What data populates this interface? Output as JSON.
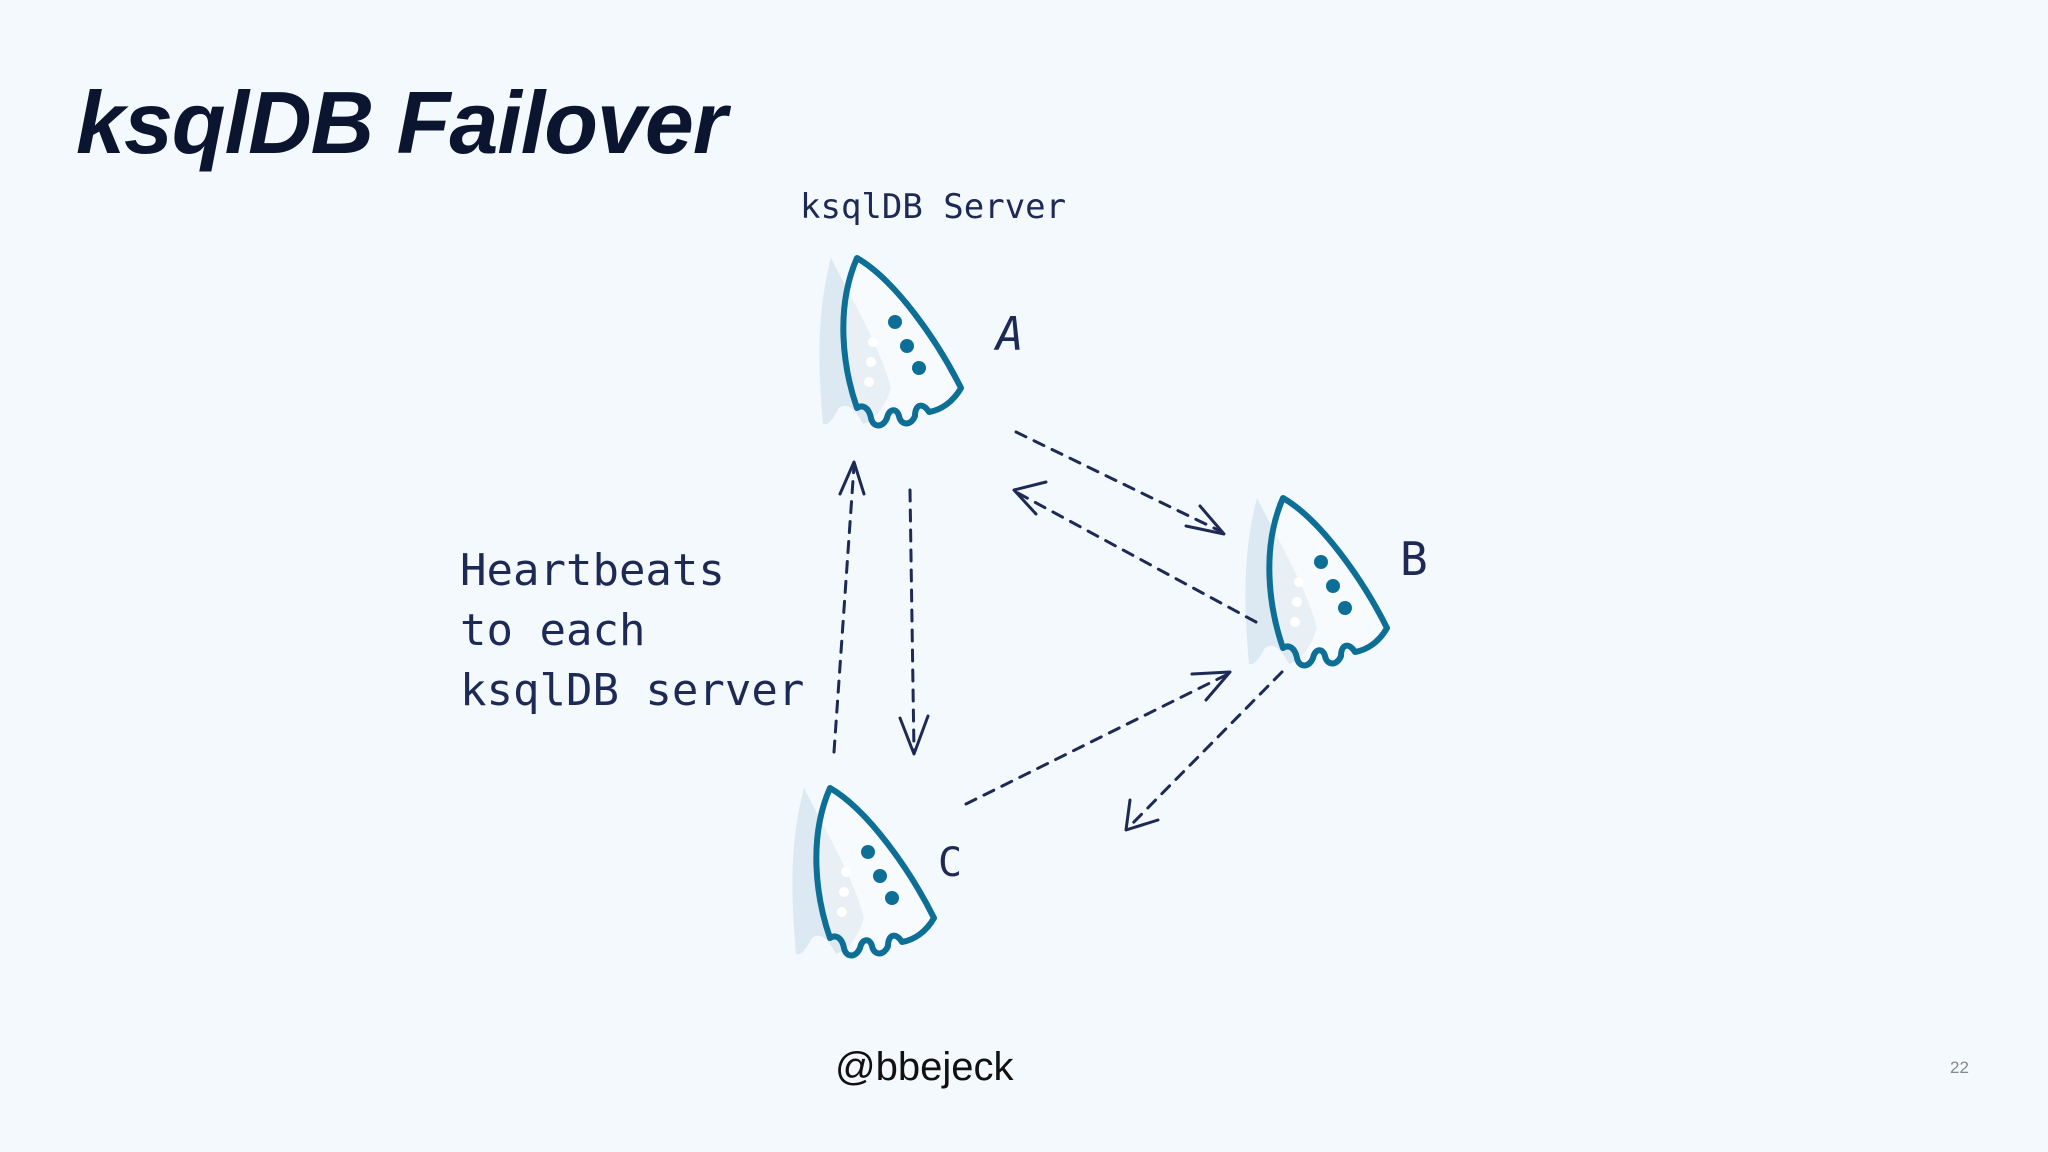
{
  "title": "ksqlDB Failover",
  "diagram": {
    "server_caption": "ksqlDB Server",
    "nodes": [
      {
        "label": "A"
      },
      {
        "label": "B"
      },
      {
        "label": "C"
      }
    ],
    "annotation": [
      "Heartbeats",
      "to each",
      "ksqlDB server"
    ],
    "colors": {
      "ink": "#1d2a55",
      "rocket_outline": "#0e6f96",
      "rocket_fill": "#dce9f2",
      "background": "#f4f9fd"
    },
    "icon": "rocket-icon"
  },
  "footer": {
    "handle": "@bbejeck",
    "page_number": "22"
  }
}
